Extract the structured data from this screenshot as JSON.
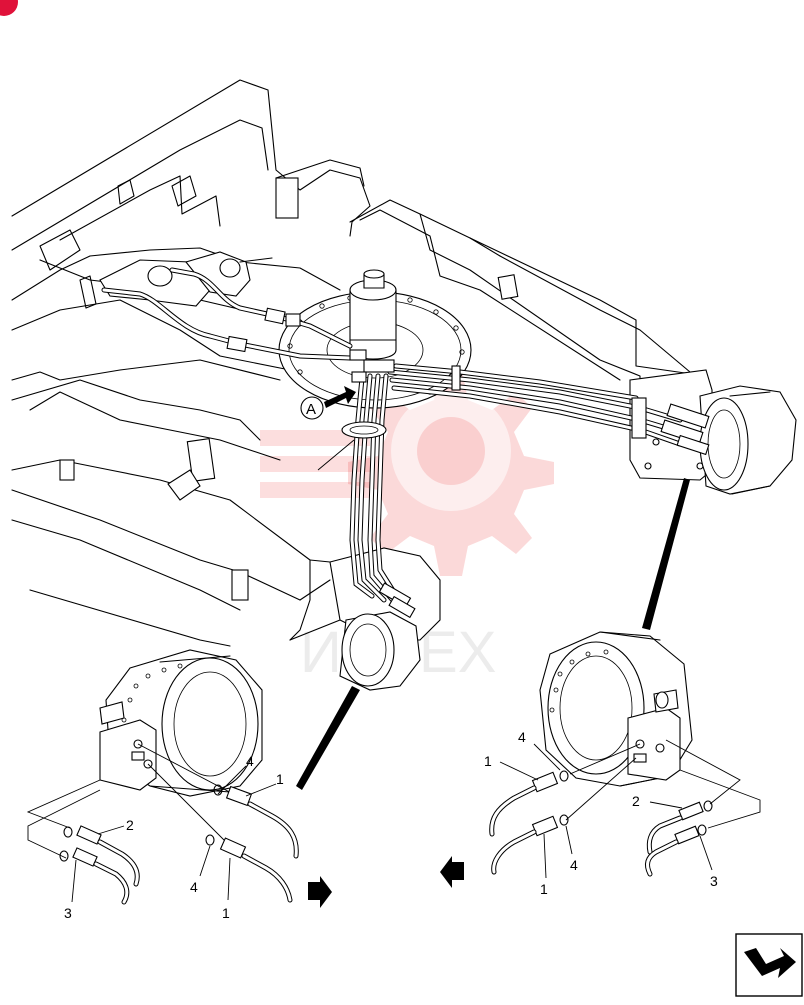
{
  "watermark": {
    "brand": "ИНТЕХ",
    "color": "#e23b3b"
  },
  "callouts": {
    "view_letter": "A",
    "left": [
      {
        "id": "L1",
        "label": "1"
      },
      {
        "id": "L2",
        "label": "2"
      },
      {
        "id": "L3",
        "label": "3"
      },
      {
        "id": "L4",
        "label": "4"
      },
      {
        "id": "L4b",
        "label": "4"
      },
      {
        "id": "L1b",
        "label": "1"
      }
    ],
    "right": [
      {
        "id": "R1",
        "label": "1"
      },
      {
        "id": "R4",
        "label": "4"
      },
      {
        "id": "R2",
        "label": "2"
      },
      {
        "id": "R4b",
        "label": "4"
      },
      {
        "id": "R1b",
        "label": "1"
      },
      {
        "id": "R3",
        "label": "3"
      }
    ]
  },
  "icons": {
    "corner_badge": "page-corner-badge-icon",
    "direction_arrow_left": "forward-direction-arrow-icon",
    "direction_arrow_right": "forward-direction-arrow-icon",
    "nav_box": "next-page-arrow-icon"
  }
}
